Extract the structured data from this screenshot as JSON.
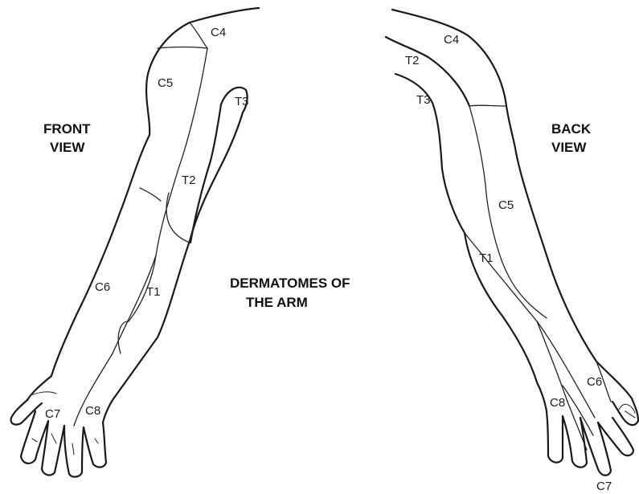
{
  "front_view": {
    "line1": "FRONT",
    "line2": "VIEW"
  },
  "back_view": {
    "line1": "BACK",
    "line2": "VIEW"
  },
  "title": {
    "line1": "DERMATOMES OF",
    "line2": "THE ARM"
  },
  "front_labels": {
    "c4": "C4",
    "c5": "C5",
    "t3": "T3",
    "t2": "T2",
    "c6": "C6",
    "t1": "T1",
    "c7": "C7",
    "c8": "C8"
  },
  "back_labels": {
    "c4": "C4",
    "t2": "T2",
    "t3": "T3",
    "c5": "C5",
    "t1": "T1",
    "c6": "C6",
    "c8": "C8",
    "c7": "C7"
  }
}
